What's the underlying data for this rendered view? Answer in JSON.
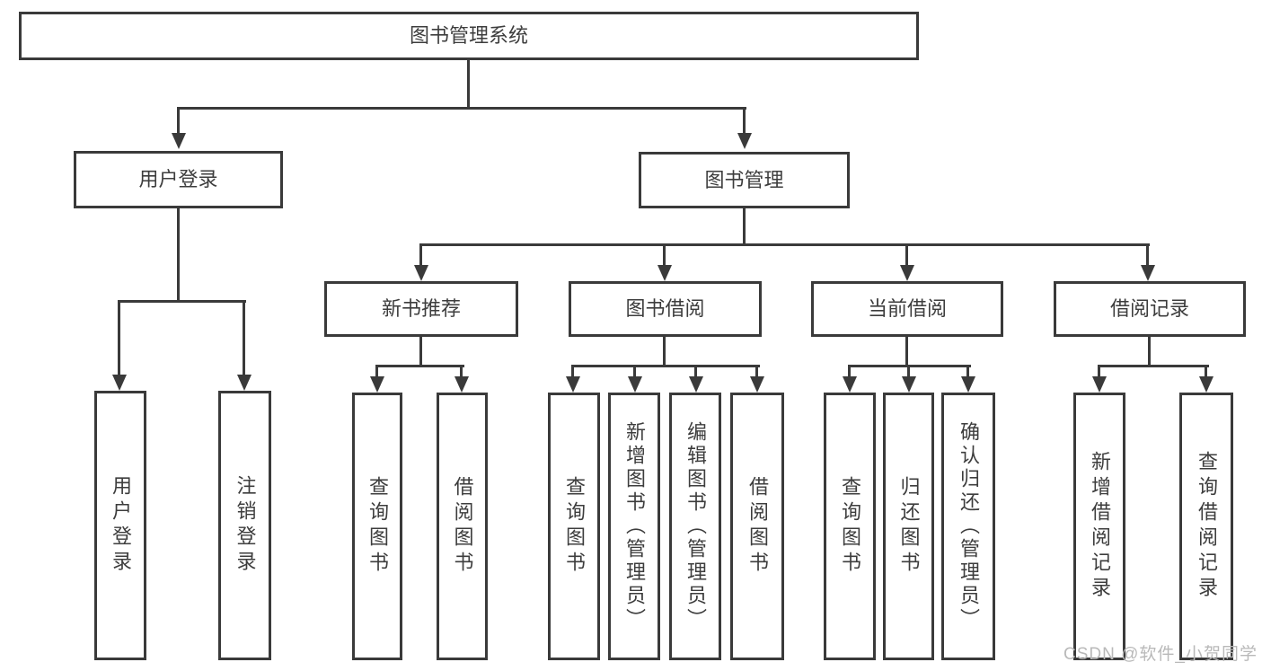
{
  "colors": {
    "line": "#3a3a3a",
    "text": "#3d3d3d",
    "wm": "#b9b9b9",
    "bg": "#ffffff"
  },
  "watermark": {
    "text": "CSDN @软件_小贺同学"
  },
  "tree": {
    "root": {
      "label": "图书管理系统"
    },
    "branches": [
      {
        "label": "用户登录",
        "children": [
          {
            "label": "用户登录"
          },
          {
            "label": "注销登录"
          }
        ]
      },
      {
        "label": "图书管理",
        "children": [
          {
            "label": "新书推荐",
            "children": [
              {
                "label": "查询图书"
              },
              {
                "label": "借阅图书"
              }
            ]
          },
          {
            "label": "图书借阅",
            "children": [
              {
                "label": "查询图书"
              },
              {
                "label": "新增图书（管理员）"
              },
              {
                "label": "编辑图书（管理员）"
              },
              {
                "label": "借阅图书"
              }
            ]
          },
          {
            "label": "当前借阅",
            "children": [
              {
                "label": "查询图书"
              },
              {
                "label": "归还图书"
              },
              {
                "label": "确认归还（管理员）"
              }
            ]
          },
          {
            "label": "借阅记录",
            "children": [
              {
                "label": "新增借阅记录"
              },
              {
                "label": "查询借阅记录"
              }
            ]
          }
        ]
      }
    ]
  }
}
